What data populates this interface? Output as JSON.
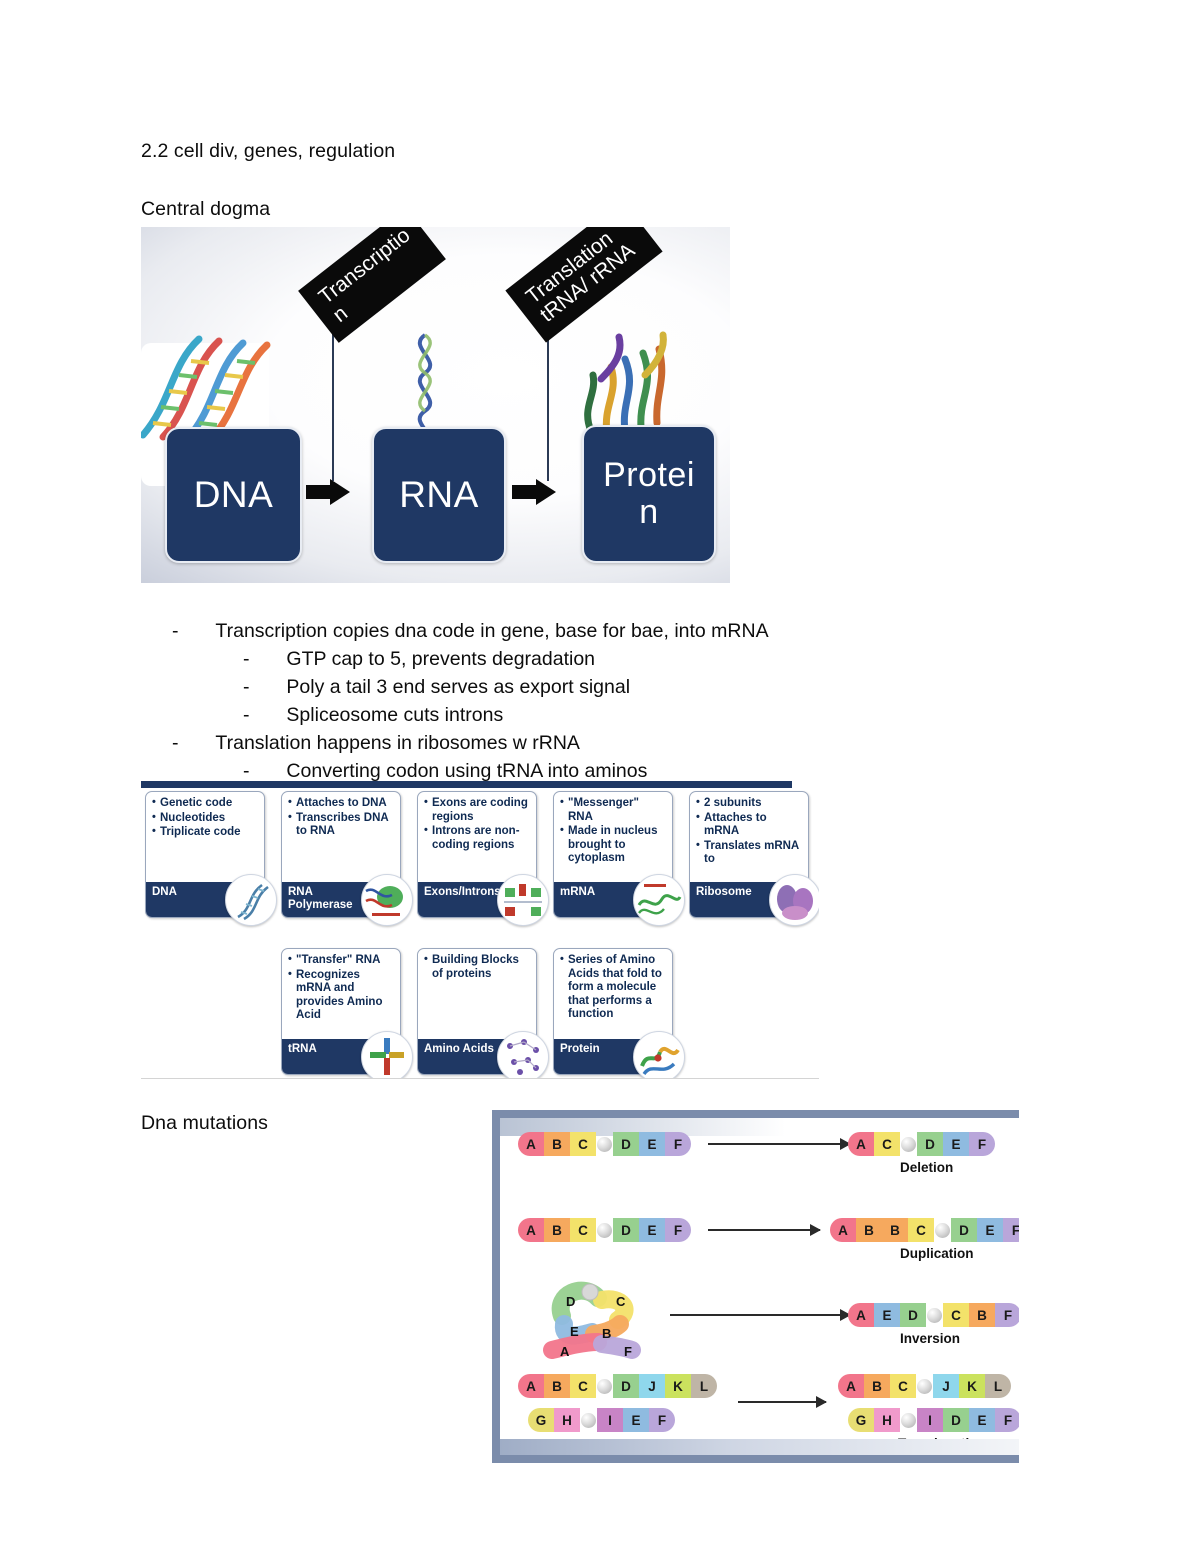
{
  "document": {
    "title": "2.2 cell div, genes, regulation",
    "section_central_dogma": "Central dogma",
    "section_dna_mutations": "Dna mutations"
  },
  "notes": {
    "bullets": [
      {
        "level": 1,
        "dash": "-",
        "text": "Transcription copies dna code in gene, base for bae, into mRNA"
      },
      {
        "level": 2,
        "dash": "-",
        "text": "GTP cap to 5, prevents degradation"
      },
      {
        "level": 2,
        "dash": "-",
        "text": "Poly a tail 3 end serves as export signal"
      },
      {
        "level": 2,
        "dash": "-",
        "text": "Spliceosome cuts introns"
      },
      {
        "level": 1,
        "dash": "-",
        "text": "Translation happens in ribosomes w rRNA"
      },
      {
        "level": 2,
        "dash": "-",
        "text": "Converting codon using tRNA into aminos"
      }
    ]
  },
  "central_dogma_figure": {
    "nodes": [
      {
        "id": "dna",
        "label": "DNA"
      },
      {
        "id": "rna",
        "label": "RNA"
      },
      {
        "id": "protein",
        "label": "Protei\nn"
      }
    ],
    "callouts": [
      {
        "id": "transcription",
        "label": "Transcriptio\nn"
      },
      {
        "id": "translation",
        "label": "Translation\ntRNA/ rRNA"
      }
    ],
    "node_color": "#1F3864",
    "arrow_color": "#0A0A0A",
    "callout_bg": "#0A0A0A",
    "callout_text_color": "#FFFFFF"
  },
  "smartart_figure": {
    "accent_color": "#1F3864",
    "cards": [
      {
        "label": "DNA",
        "icon": "dna-helix-icon",
        "bullets": [
          "Genetic code",
          "Nucleotides",
          "Triplicate code"
        ]
      },
      {
        "label": "RNA Polymerase",
        "icon": "rna-polymerase-icon",
        "bullets": [
          "Attaches to DNA",
          "Transcribes DNA to RNA"
        ]
      },
      {
        "label": "Exons/Introns",
        "icon": "exon-intron-icon",
        "bullets": [
          "Exons are coding regions",
          "Introns are non-coding regions"
        ]
      },
      {
        "label": "mRNA",
        "icon": "mrna-icon",
        "bullets": [
          "\"Messenger\" RNA",
          "Made in nucleus brought to cytoplasm"
        ]
      },
      {
        "label": "Ribosome",
        "icon": "ribosome-icon",
        "bullets": [
          "2 subunits",
          "Attaches to mRNA",
          "Translates mRNA to"
        ]
      },
      {
        "label": "tRNA",
        "icon": "trna-icon",
        "bullets": [
          "\"Transfer\" RNA",
          "Recognizes mRNA and provides Amino Acid"
        ]
      },
      {
        "label": "Amino Acids",
        "icon": "amino-acid-icon",
        "bullets": [
          "Building Blocks of proteins"
        ]
      },
      {
        "label": "Protein",
        "icon": "protein-fold-icon",
        "bullets": [
          "Series of Amino Acids that fold to form a molecule that performs a function"
        ]
      }
    ]
  },
  "mutations_figure": {
    "segment_colors": {
      "A": "#F2758B",
      "B": "#F6A95E",
      "C": "#F3E26A",
      "D": "#97D08F",
      "E": "#8FBBE0",
      "F": "#B9A6DA",
      "G": "#E8DE73",
      "H": "#F09ACB",
      "I": "#C884C6",
      "J": "#8FD7EC",
      "K": "#CBE25E",
      "L": "#BFB5A6"
    },
    "rows": [
      {
        "name": "deletion",
        "label": "Deletion",
        "before": [
          "A",
          "B",
          "C",
          "cen",
          "D",
          "E",
          "F"
        ],
        "after": [
          "A",
          "C",
          "cen",
          "D",
          "E",
          "F"
        ]
      },
      {
        "name": "duplication",
        "label": "Duplication",
        "before": [
          "A",
          "B",
          "C",
          "cen",
          "D",
          "E",
          "F"
        ],
        "after": [
          "A",
          "B",
          "B",
          "C",
          "cen",
          "D",
          "E",
          "F"
        ]
      },
      {
        "name": "inversion",
        "label": "Inversion",
        "before": [
          "D",
          "C",
          "E",
          "B",
          "A",
          "F"
        ],
        "after": [
          "A",
          "E",
          "D",
          "cen",
          "C",
          "B",
          "F"
        ]
      },
      {
        "name": "translocation",
        "label": "Translocation",
        "before_top": [
          "A",
          "B",
          "C",
          "cen",
          "D",
          "J",
          "K",
          "L"
        ],
        "before_bottom": [
          "G",
          "H",
          "cen",
          "I",
          "E",
          "F"
        ],
        "after_top": [
          "A",
          "B",
          "C",
          "cen",
          "J",
          "K",
          "L"
        ],
        "after_bottom": [
          "G",
          "H",
          "cen",
          "I",
          "D",
          "E",
          "F"
        ]
      }
    ],
    "frame_color": "#7B8CAB"
  }
}
